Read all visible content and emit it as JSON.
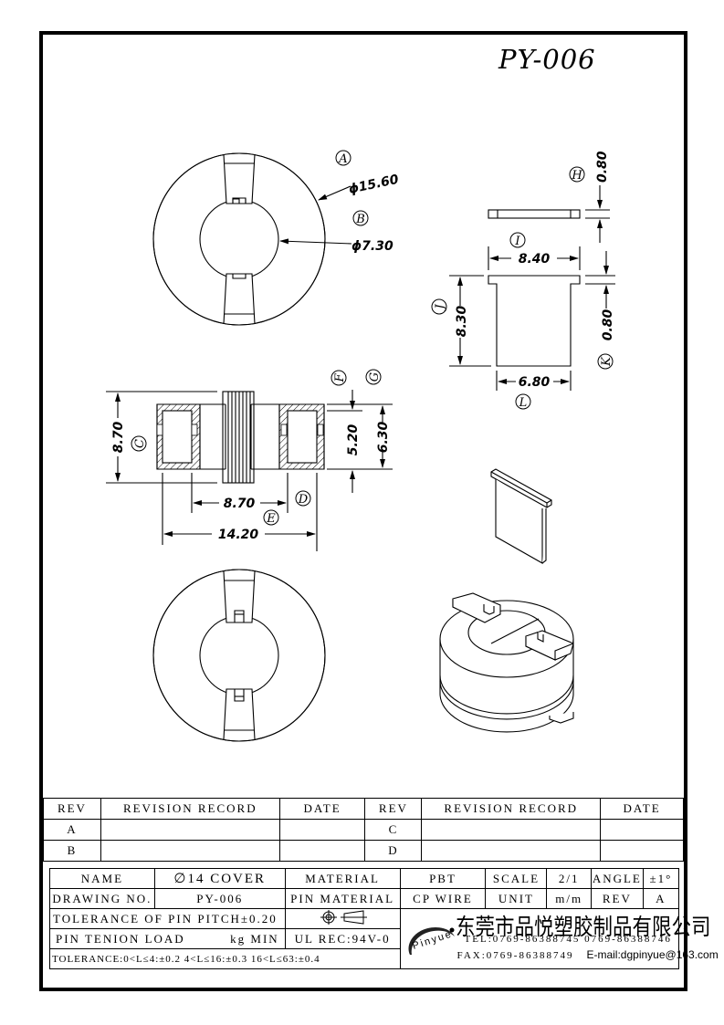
{
  "drawing": {
    "number_title": "PY-006",
    "top_view": {
      "callout_A": "A",
      "dim_A": "ϕ15.60",
      "callout_B": "B",
      "dim_B": "ϕ7.30"
    },
    "pin_views": {
      "callout_H": "H",
      "dim_H": "0.80",
      "callout_I": "I",
      "dim_I": "8.40",
      "callout_J": "J",
      "dim_J": "8.30",
      "callout_K": "K",
      "dim_K": "0.80",
      "callout_L": "L",
      "dim_L": "6.80"
    },
    "section_view": {
      "callout_C": "C",
      "dim_C": "8.70",
      "callout_D": "D",
      "callout_E": "E",
      "dim_E": "8.70",
      "dim_total": "14.20",
      "callout_F": "F",
      "dim_F": "5.20",
      "callout_G": "G",
      "dim_G": "6.30"
    }
  },
  "revision_table": {
    "headers": [
      "REV",
      "REVISION RECORD",
      "DATE",
      "REV",
      "REVISION RECORD",
      "DATE"
    ],
    "rows": [
      [
        "A",
        "",
        "",
        "C",
        "",
        ""
      ],
      [
        "B",
        "",
        "",
        "D",
        "",
        ""
      ]
    ]
  },
  "title_block": {
    "name_label": "NAME",
    "name_value": "∅14  COVER",
    "material_label": "MATERIAL",
    "material_value": "PBT",
    "scale_label": "SCALE",
    "scale_value": "2/1",
    "angle_label": "ANGLE",
    "angle_value": "±1°",
    "drawing_no_label": "DRAWING NO.",
    "drawing_no_value": "PY-006",
    "pin_material_label": "PIN MATERIAL",
    "pin_material_value": "CP  WIRE",
    "unit_label": "UNIT",
    "unit_value": "m/m",
    "rev_label": "REV",
    "rev_value": "A",
    "pin_pitch_tolerance": "TOLERANCE OF PIN PITCH±0.20",
    "pin_tension_load": "PIN TENION LOAD",
    "pin_tension_unit": "kg MIN",
    "ul_rec": "UL REC:94V-0",
    "tolerance_note": "TOLERANCE:0<L≤4:±0.2  4<L≤16:±0.3  16<L≤63:±0.4"
  },
  "company": {
    "logo_text": "Pinyue",
    "name": "东莞市品悦塑胶制品有限公司",
    "tel": "TEL:0769-86388745    0769-86388746",
    "fax": "FAX:0769-86388749",
    "email": "E-mail:dgpinyue@163.com"
  }
}
